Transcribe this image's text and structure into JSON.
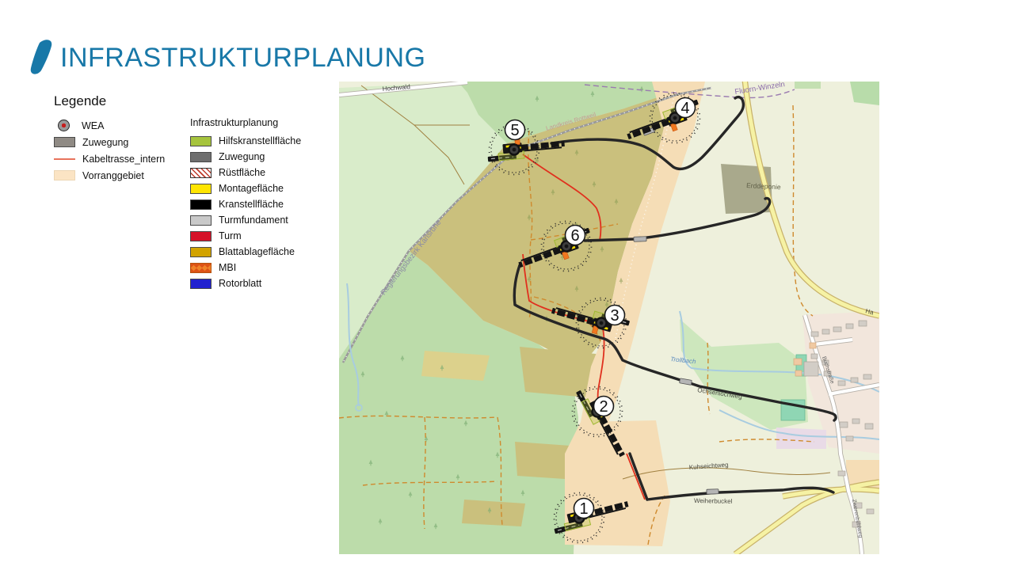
{
  "header": {
    "title": "INFRASTRUKTURPLANUNG",
    "accent_color": "#1878a8",
    "logo_icon": "blue-brush-mark-icon"
  },
  "legend": {
    "title": "Legende",
    "general_items": [
      {
        "label": "WEA",
        "icon": "wea-circle-icon",
        "color": "#9a9a9a",
        "dot_color": "#c41f1f"
      },
      {
        "label": "Zuwegung",
        "icon": "rect-swatch",
        "color": "#8f8a84"
      },
      {
        "label": "Kabeltrasse_intern",
        "icon": "line-swatch",
        "color": "#e8735c"
      },
      {
        "label": "Vorranggebiet",
        "icon": "rect-swatch",
        "color": "#fbe4c4"
      }
    ],
    "infrastructure": {
      "title": "Infrastrukturplanung",
      "items": [
        {
          "label": "Hilfskranstellfläche",
          "color": "#a6c43d"
        },
        {
          "label": "Zuwegung",
          "color": "#6e6e6e"
        },
        {
          "label": "Rüstfläche",
          "color": "#ffffff",
          "pattern": "red-diagonal-hatch"
        },
        {
          "label": "Montagefläche",
          "color": "#ffe500"
        },
        {
          "label": "Kranstellfläche",
          "color": "#000000"
        },
        {
          "label": "Turmfundament",
          "color": "#c9c9c9"
        },
        {
          "label": "Turm",
          "color": "#d51228"
        },
        {
          "label": "Blattablagefläche",
          "color": "#d2a300"
        },
        {
          "label": "MBI",
          "color": "#f08228",
          "pattern": "orange-triangles"
        },
        {
          "label": "Rotorblatt",
          "color": "#2121cf"
        }
      ]
    }
  },
  "map": {
    "turbines": [
      {
        "id": "1"
      },
      {
        "id": "2"
      },
      {
        "id": "3"
      },
      {
        "id": "4"
      },
      {
        "id": "5"
      },
      {
        "id": "6"
      }
    ],
    "labels": {
      "road_top": "Hochwald",
      "district_boundary": "Regierungsbezirk Karlsruhe",
      "county_boundary": "Landkreis Rottweil",
      "municipality": "Fluorn-Winzeln",
      "landfill": "Erddeponie",
      "stream": "Trollbach",
      "path_ochsenloch": "Ochsenlochweg",
      "path_kuhseicht": "Kuhseichtweg",
      "hill": "Weiherbuckel",
      "street_buch": "Buchstraße",
      "street_zweren": "Zwerenbühlweg",
      "road_right": "Ha"
    }
  }
}
